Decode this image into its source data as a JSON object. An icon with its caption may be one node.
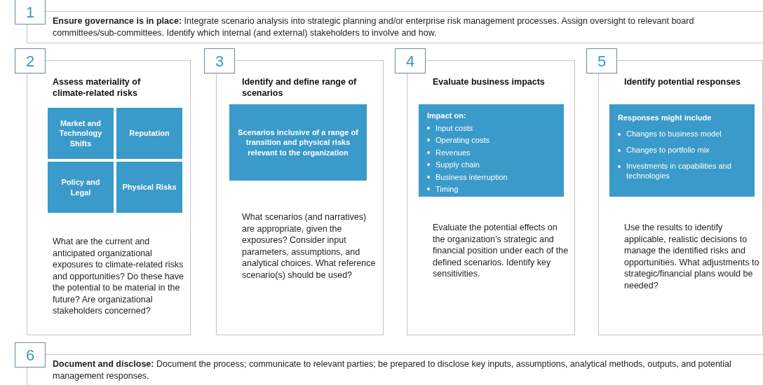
{
  "diagram": {
    "nodes": [
      {
        "text": [
          "1",
          "**Ensure governance is in place:** Integrate scenario analysis into strategic planning and/or enterprise risk management processes. Assign oversight to relevant board committees/sub-committees. Identify which internal (and external) stakeholders to involve and how."
        ]
      },
      {
        "text": [
          "2",
          "Assess materiality of climate-related risks",
          "What are the current and anticipated organizational exposures to climate-related risks and opportunities? Do these have the potential to be material in the future? Are organizational stakeholders concerned?"
        ]
      },
      {
        "text": [
          "Market and Technology Shifts"
        ],
        "in": 1
      },
      {
        "text": [
          "Reputation"
        ],
        "in": 1
      },
      {
        "text": [
          "Policy and Legal"
        ],
        "in": 1
      },
      {
        "text": [
          "Physical Risks"
        ],
        "in": 1
      },
      {
        "text": [
          "3",
          "Identify and define range of scenarios",
          "What scenarios (and narratives) are appropriate, given the exposures? Consider input parameters, assumptions, and analytical choices. What reference scenario(s) should be used?"
        ]
      },
      {
        "text": [
          "Scenarios inclusive of a range of transition and physical risks relevant to the organization"
        ],
        "in": 6
      },
      {
        "text": [
          "4",
          "Evaluate business impacts",
          "Evaluate the potential effects on the organization’s strategic and financial position under each of the defined scenarios. Identify key sensitivities."
        ]
      },
      {
        "text": [
          "Impact on:",
          "Input costs",
          "Operating costs",
          "Revenues",
          "Supply chain",
          "Business interruption",
          "Timing"
        ],
        "in": 8
      },
      {
        "text": [
          "5",
          "Identify potential responses",
          "Use the results to identify applicable, realistic decisions to manage the identified risks and opportunities. What adjustments to strategic/financial plans would be needed?"
        ]
      },
      {
        "text": [
          "Responses might include",
          "Changes to business model",
          "Changes to portfolio mix",
          "Investments in capabilities and technologies"
        ],
        "in": 10
      },
      {
        "text": [
          "6",
          "**Document and disclose:** Document the process; communicate to relevant parties; be prepared to disclose key inputs, assumptions, analytical methods, outputs, and potential management responses."
        ]
      }
    ]
  }
}
